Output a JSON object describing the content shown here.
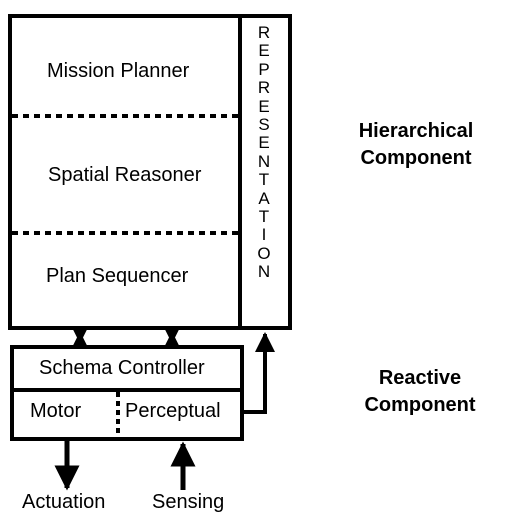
{
  "hierarchical_layers": [
    "Mission Planner",
    "Spatial Reasoner",
    "Plan Sequencer"
  ],
  "representation_label": "REPRESENTATION",
  "hierarchical_component_label": [
    "Hierarchical",
    "Component"
  ],
  "schema_controller_label": "Schema Controller",
  "motor_label": "Motor",
  "perceptual_label": "Perceptual",
  "reactive_component_label": [
    "Reactive",
    "Component"
  ],
  "actuation_label": "Actuation",
  "sensing_label": "Sensing"
}
